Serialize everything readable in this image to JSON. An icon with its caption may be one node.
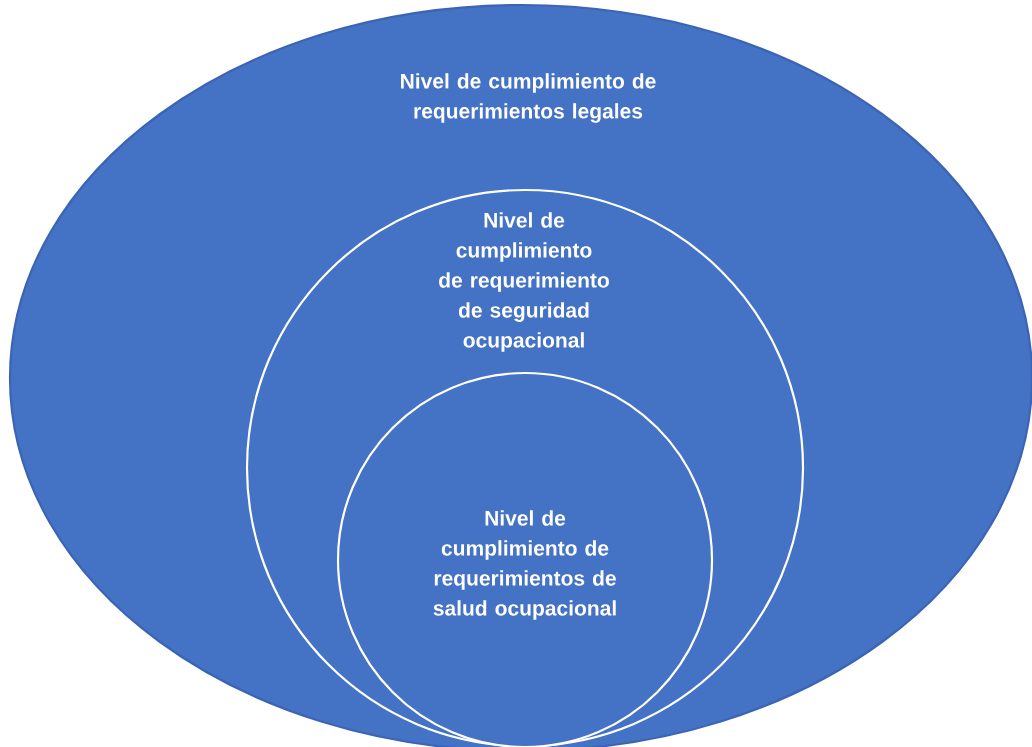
{
  "diagram": {
    "nodes": [
      {
        "text": [
          "Nivel de cumplimiento de requerimientos legales"
        ]
      },
      {
        "text": [
          "Nivel de cumplimiento de requerimiento de seguridad ocupacional"
        ],
        "in": 0
      },
      {
        "text": [
          "Nivel de cumplimiento de requerimientos de salud ocupacional"
        ],
        "in": 1
      }
    ]
  }
}
